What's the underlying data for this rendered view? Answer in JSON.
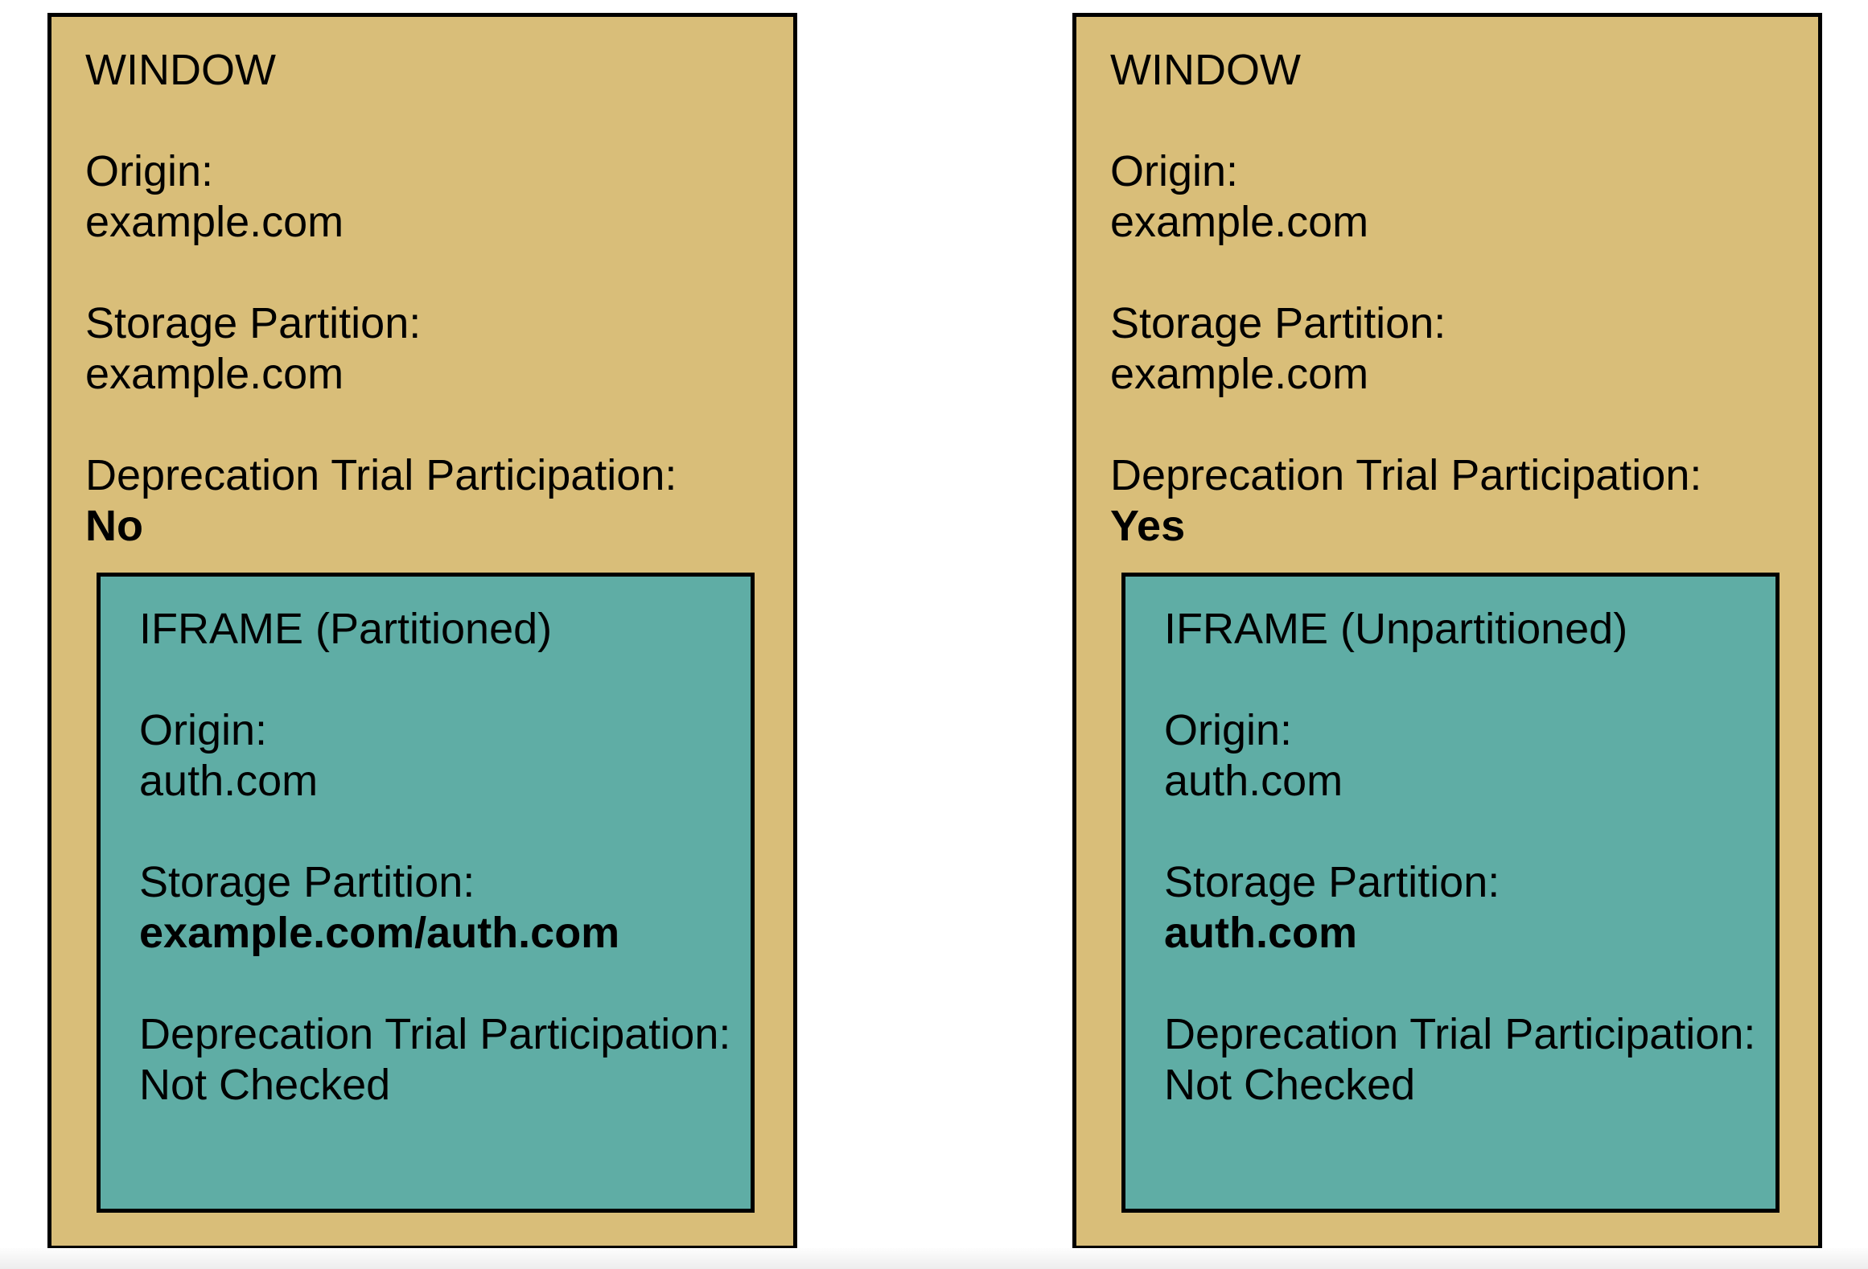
{
  "colors": {
    "window_fill": "#d9be79",
    "iframe_fill": "#5fada5",
    "border": "#000000",
    "page_background": "#ffffff",
    "footer_strip": "#ededed"
  },
  "windows": [
    {
      "title": "WINDOW",
      "fields": [
        {
          "label": "Origin:",
          "value": "example.com",
          "value_bold": false
        },
        {
          "label": "Storage Partition:",
          "value": "example.com",
          "value_bold": false
        },
        {
          "label": "Deprecation Trial Participation:",
          "value": "No",
          "value_bold": true
        }
      ],
      "iframe": {
        "title": "IFRAME (Partitioned)",
        "fields": [
          {
            "label": "Origin:",
            "value": "auth.com",
            "value_bold": false
          },
          {
            "label": "Storage Partition:",
            "value": "example.com/auth.com",
            "value_bold": true
          },
          {
            "label": "Deprecation Trial Participation:",
            "value": "Not Checked",
            "value_bold": false
          }
        ]
      }
    },
    {
      "title": "WINDOW",
      "fields": [
        {
          "label": "Origin:",
          "value": "example.com",
          "value_bold": false
        },
        {
          "label": "Storage Partition:",
          "value": "example.com",
          "value_bold": false
        },
        {
          "label": "Deprecation Trial Participation:",
          "value": "Yes",
          "value_bold": true
        }
      ],
      "iframe": {
        "title": "IFRAME (Unpartitioned)",
        "fields": [
          {
            "label": "Origin:",
            "value": "auth.com",
            "value_bold": false
          },
          {
            "label": "Storage Partition:",
            "value": "auth.com",
            "value_bold": true
          },
          {
            "label": "Deprecation Trial Participation:",
            "value": "Not Checked",
            "value_bold": false
          }
        ]
      }
    }
  ]
}
